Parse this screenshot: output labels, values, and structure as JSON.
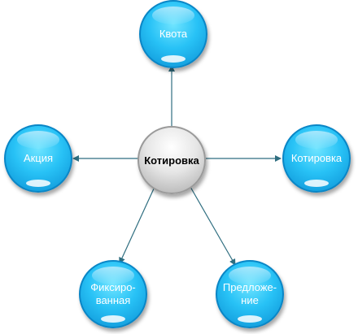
{
  "diagram": {
    "center": {
      "label": "Котировка"
    },
    "nodes": [
      {
        "id": "kvota",
        "label": "Квота"
      },
      {
        "id": "aktsiya",
        "label": "Акция"
      },
      {
        "id": "kotirovka",
        "label": "Котировка"
      },
      {
        "id": "fiksirovannaya",
        "label": "Фиксиро-\nванная"
      },
      {
        "id": "predlozhenie",
        "label": "Предложе-\nние"
      }
    ],
    "colors": {
      "node": "#28c2f6",
      "node_border": "#0a86c6",
      "center": "#d9d9d9",
      "arrow": "#2f6e80"
    }
  }
}
